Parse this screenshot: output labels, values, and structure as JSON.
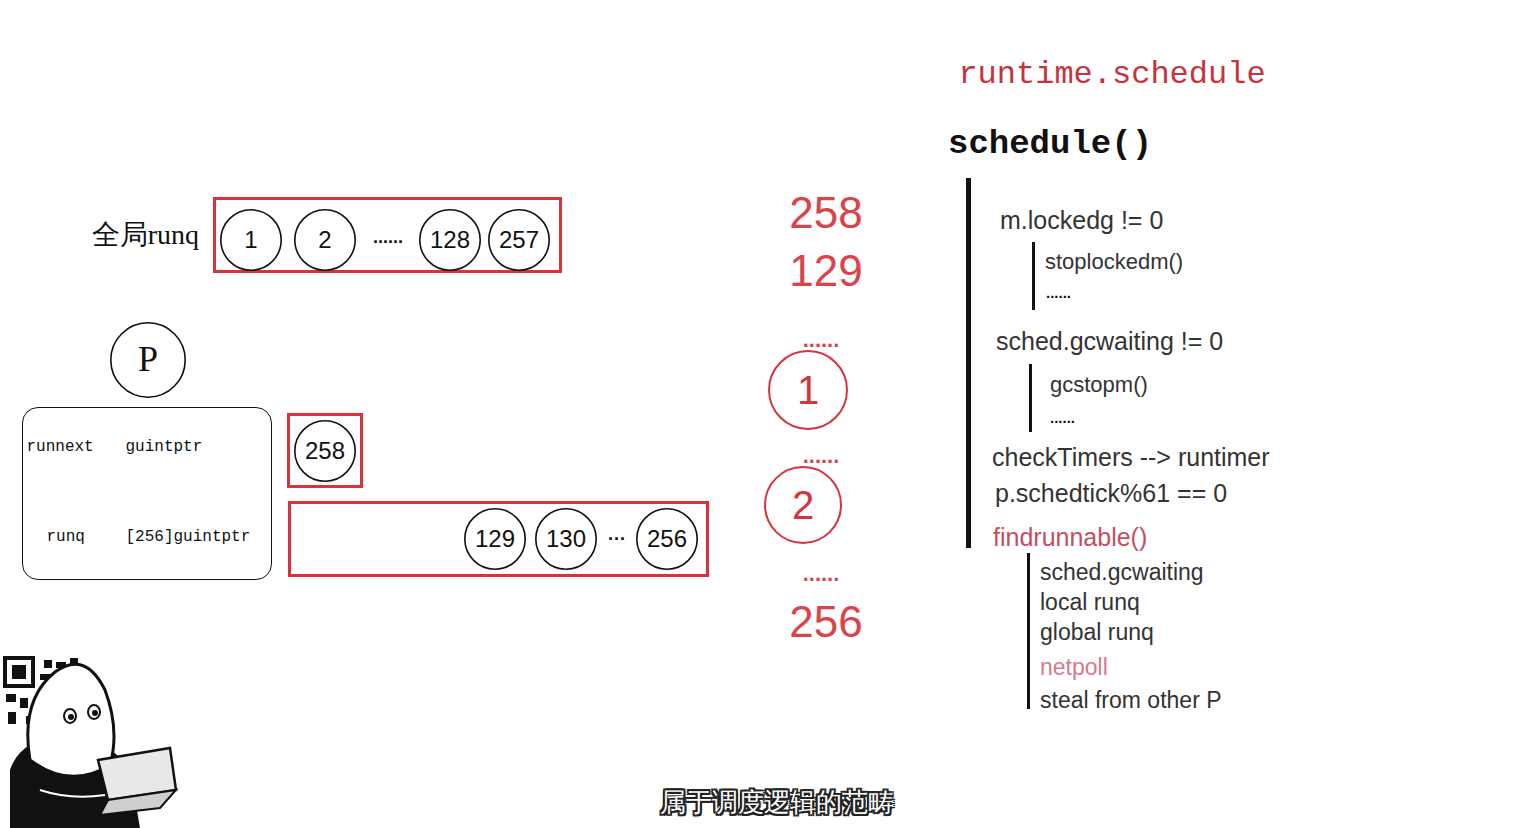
{
  "diagram": {
    "title": "runtime.schedule",
    "caption": "属于调度逻辑的范畴",
    "nodes": [
      {
        "text": [
          "全局runq",
          "......"
        ]
      },
      {
        "text": [
          "1"
        ],
        "in": 0
      },
      {
        "text": [
          "2"
        ],
        "in": 0
      },
      {
        "text": [
          "128"
        ],
        "in": 0
      },
      {
        "text": [
          "257"
        ],
        "in": 0
      },
      {
        "text": [
          "P"
        ]
      },
      {
        "text": [
          "runnext",
          "guintptr",
          "runq",
          "[256]guintptr"
        ]
      },
      {
        "text": []
      },
      {
        "text": [
          "258"
        ],
        "in": 7
      },
      {
        "text": [
          "···"
        ]
      },
      {
        "text": [
          "129"
        ],
        "in": 9
      },
      {
        "text": [
          "130"
        ],
        "in": 9
      },
      {
        "text": [
          "256"
        ],
        "in": 9
      },
      {
        "text": [
          "1"
        ]
      },
      {
        "text": [
          "2"
        ]
      }
    ],
    "labels": [
      "258",
      "129",
      "......",
      "......",
      "......",
      "256",
      "schedule()",
      "m.lockedg != 0",
      "stoplockedm()",
      "......",
      "sched.gcwaiting != 0",
      "gcstopm()",
      "......",
      "checkTimers --> runtimer",
      "p.schedtick%61 == 0",
      "findrunnable()",
      "sched.gcwaiting",
      "local runq",
      "global runq",
      "netpoll",
      "steal from other P"
    ]
  }
}
